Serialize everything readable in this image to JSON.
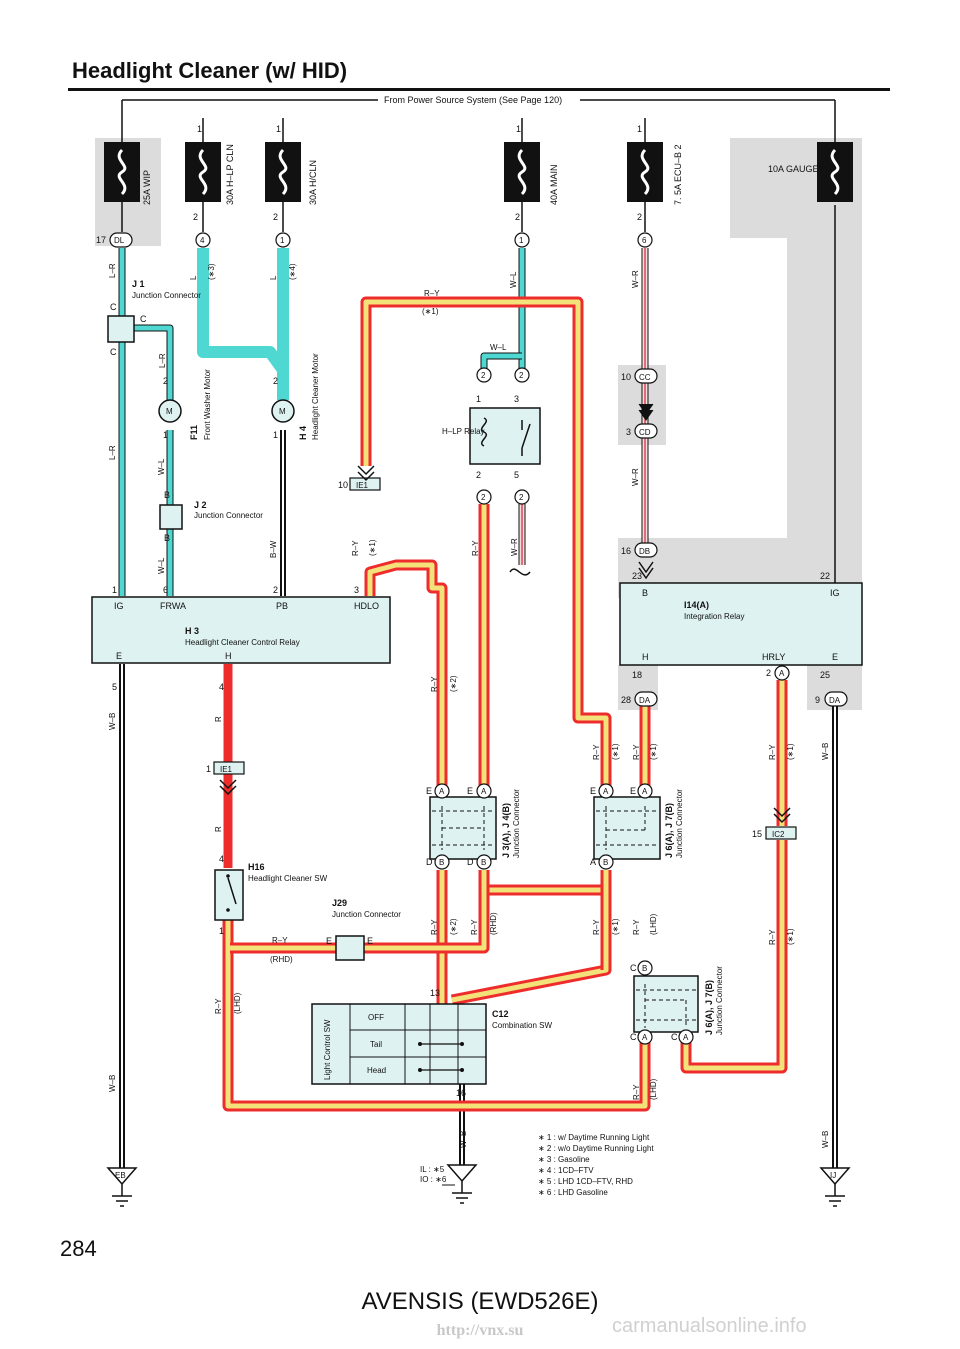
{
  "title": "Headlight Cleaner (w/ HID)",
  "page_number": "284",
  "footer": "AVENSIS (EWD526E)",
  "watermark_url": "http://vnx.su",
  "watermark_brand": "carmanualsonline.info",
  "power_source": "From Power Source System (See Page 120)",
  "fuses": [
    {
      "name": "25A WIP",
      "pin_top": "",
      "pin_bottom": "",
      "connector": "DL",
      "connector_pin": "17"
    },
    {
      "name": "30A H–LP CLN",
      "pin_top": "1",
      "pin_bottom": "2",
      "connector": "4",
      "connector_pin": ""
    },
    {
      "name": "30A H/CLN",
      "pin_top": "1",
      "pin_bottom": "2",
      "connector": "1",
      "connector_pin": ""
    },
    {
      "name": "40A MAIN",
      "pin_top": "1",
      "pin_bottom": "2",
      "connector": "1",
      "connector_pin": ""
    },
    {
      "name": "7. 5A ECU–B 2",
      "pin_top": "1",
      "pin_bottom": "2",
      "connector": "6",
      "connector_pin": ""
    },
    {
      "name": "10A GAUGE1",
      "pin_top": "",
      "pin_bottom": "",
      "connector": "",
      "connector_pin": ""
    }
  ],
  "components": {
    "j1": {
      "id": "J 1",
      "name": "Junction Connector"
    },
    "f11": {
      "id": "F11",
      "name": "Front Washer Motor"
    },
    "h4": {
      "id": "H 4",
      "name": "Headlight Cleaner Motor"
    },
    "j2": {
      "id": "J 2",
      "name": "Junction Connector"
    },
    "h3": {
      "id": "H 3",
      "name": "Headlight Cleaner Control Relay",
      "pins": [
        "IG",
        "FRWA",
        "PB",
        "HDLO",
        "E",
        "H"
      ]
    },
    "hlp": {
      "id": "H–LP Relay"
    },
    "i14": {
      "id": "I14(A)",
      "name": "Integration Relay",
      "pins": [
        "B",
        "IG",
        "H",
        "HRLY",
        "E"
      ]
    },
    "h16": {
      "id": "H16",
      "name": "Headlight Cleaner SW"
    },
    "j29": {
      "id": "J29",
      "name": "Junction Connector"
    },
    "c12": {
      "id": "C12",
      "name": "Combination SW",
      "switch_label": "Light Control SW",
      "positions": [
        "OFF",
        "Tail",
        "Head"
      ]
    },
    "j3": {
      "id": "J 3(A), J 4(B)",
      "name": "Junction Connector"
    },
    "j6a": {
      "id": "J 6(A), J 7(B)",
      "name": "Junction Connector"
    },
    "j6b": {
      "id": "J 6(A), J 7(B)",
      "name": "Junction Connector"
    }
  },
  "connectors": {
    "ie1": "IE1",
    "ic2": "IC2",
    "cc": "CC",
    "cd": "CD",
    "db": "DB",
    "da": "DA"
  },
  "grounds": {
    "eb": "EB",
    "ij": "IJ",
    "il": "IL : ∗5",
    "io": "IO : ∗6"
  },
  "wire_colors": {
    "lr": "L–R",
    "l": "L",
    "wl": "W–L",
    "bw": "B–W",
    "wb": "W–B",
    "ry": "R–Y",
    "r": "R",
    "wr": "W–R"
  },
  "tags": {
    "n1": "(∗1)",
    "n2": "(∗2)",
    "n3": "(∗3)",
    "n4": "(∗4)",
    "rhd": "(RHD)",
    "lhd": "(LHD)"
  },
  "notes": [
    "∗ 1 : w/ Daytime Running Light",
    "∗ 2 : w/o Daytime Running Light",
    "∗ 3 : Gasoline",
    "∗ 4 : 1CD–FTV",
    "∗ 5 : LHD 1CD–FTV,  RHD",
    "∗ 6 : LHD Gasoline"
  ],
  "colors": {
    "cyan": "#4fd7d2",
    "red": "#ee2c2c",
    "yellow": "#f3e17a",
    "box": "#dff2f2",
    "shade": "#dcdcdc"
  }
}
